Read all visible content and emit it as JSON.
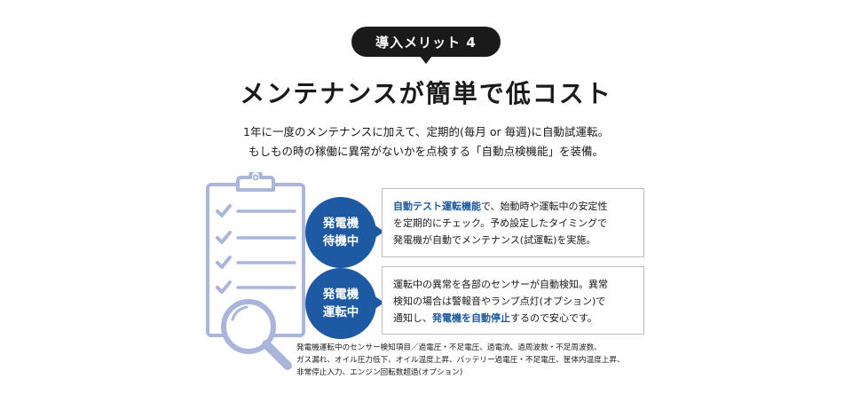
{
  "badge": {
    "label": "導入メリット 4"
  },
  "title": "メンテナンスが簡単で低コスト",
  "lead": {
    "line1": "1年に一度のメンテナンスに加えて、定期的(毎月 or 毎週)に自動試運転。",
    "line2": "もしもの時の稼働に異常がないかを点検する「自動点検機能」を装備。"
  },
  "items": [
    {
      "circle_line1": "発電機",
      "circle_line2": "待機中",
      "text_highlight": "自動テスト運転機能",
      "text_after_highlight": "で、始動時や運転中の安定性",
      "text_line2": "を定期的にチェック。予め設定したタイミングで",
      "text_line3": "発電機が自動でメンテナンス(試運転)を実施。"
    },
    {
      "circle_line1": "発電機",
      "circle_line2": "運転中",
      "text_line1": "運転中の異常を各部のセンサーが自動検知。異常",
      "text_line2": "検知の場合は警報音やランプ点灯(オプション)で",
      "text_before_highlight": "通知し、",
      "text_highlight": "発電機を自動停止",
      "text_after_highlight": "するので安心です。"
    }
  ],
  "note": {
    "line1": "発電機運転中のセンサー検知項目／過電圧・不足電圧、過電流、過周波数・不足周波数、",
    "line2": "ガス漏れ、オイル圧力低下、オイル温度上昇、バッテリー過電圧・不足電圧、筐体内温度上昇、",
    "line3": "非常停止入力、エンジン回転数超過(オプション)"
  },
  "colors": {
    "accent": "#1e5aa3",
    "illustration": "#aab5dc",
    "dark": "#1a1a1a"
  },
  "icons": {
    "illustration": "clipboard-checklist-magnifier-icon"
  }
}
